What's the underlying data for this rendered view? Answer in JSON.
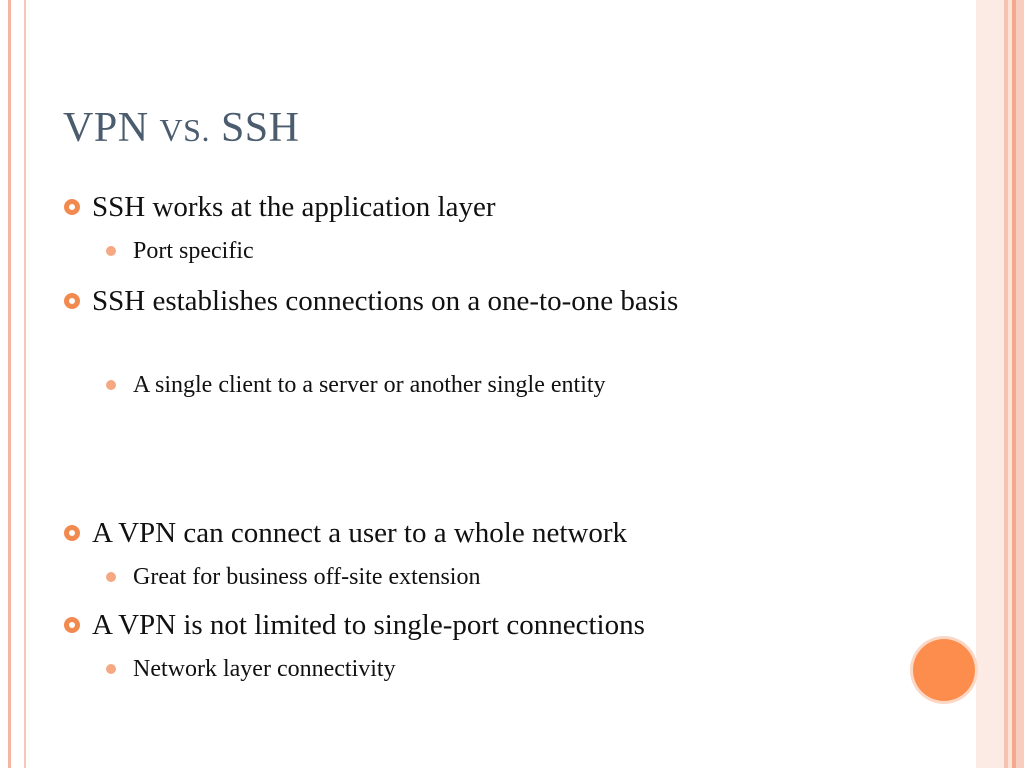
{
  "slide": {
    "title_main": "VPN ",
    "title_vs": "VS.",
    "title_end": " SSH",
    "bullets": [
      {
        "text": "SSH works at the application layer",
        "sub": [
          "Port specific"
        ]
      },
      {
        "text": "SSH establishes connections on a one-to-one basis",
        "sub": [
          "A single client to a server or another single entity"
        ]
      },
      {
        "text": "A VPN can connect a user to a whole network",
        "sub": [
          "Great for business off-site extension"
        ]
      },
      {
        "text": "A VPN is not limited to single-port connections",
        "sub": [
          "Network layer connectivity"
        ]
      }
    ]
  },
  "colors": {
    "title": "#4a5c6e",
    "accent": "#f28a50",
    "circle": "#fc8d4d"
  }
}
